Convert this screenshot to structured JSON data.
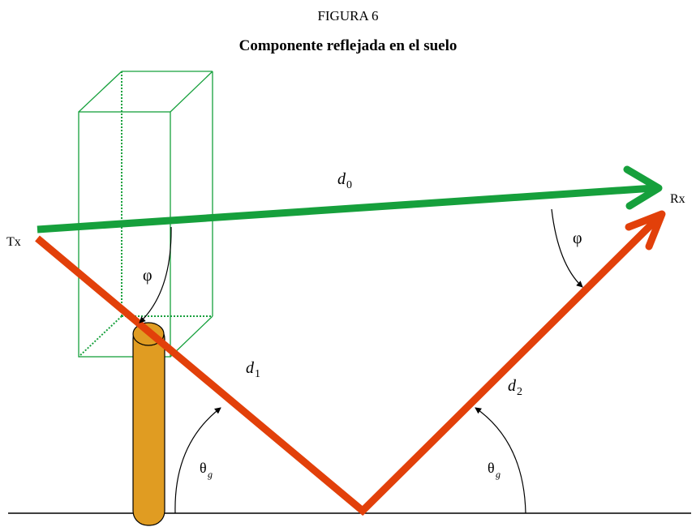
{
  "figure": {
    "number": "FIGURA 6",
    "title": "Componente reflejada en el suelo"
  },
  "labels": {
    "tx": "Tx",
    "rx": "Rx",
    "d0_main": "d",
    "d0_sub": "0",
    "d1_main": "d",
    "d1_sub": "1",
    "d2_main": "d",
    "d2_sub": "2",
    "phi": "φ",
    "theta_main": "θ",
    "theta_sub": "g"
  },
  "colors": {
    "direct_ray": "#16a03c",
    "reflected_ray": "#e2400a",
    "obstacle_box": "#16a03c",
    "pole": "#e09c22",
    "ground": "#000000"
  }
}
